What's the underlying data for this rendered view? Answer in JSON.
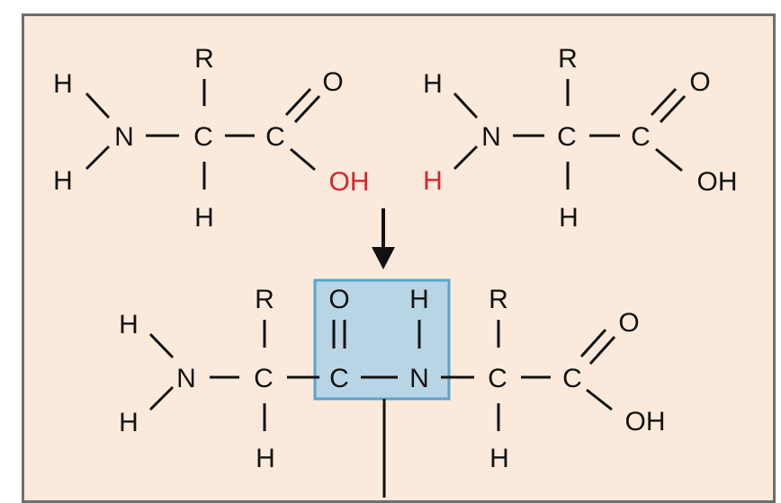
{
  "colors": {
    "background": "#fbeadb",
    "frame": "#6e6e6e",
    "ink": "#111111",
    "highlight_atoms": "#d8232a",
    "peptide_box_fill": "#b8d5e5",
    "peptide_box_stroke": "#5aa3cf"
  },
  "atoms": {
    "amino1": {
      "h_top_left": "H",
      "h_bottom_left": "H",
      "n": "N",
      "c_alpha": "C",
      "r": "R",
      "h_alpha": "H",
      "c_carboxyl": "C",
      "o_double": "O",
      "oh": "OH"
    },
    "amino2": {
      "h_top_left": "H",
      "h_bottom_left": "H",
      "n": "N",
      "c_alpha": "C",
      "r": "R",
      "h_alpha": "H",
      "c_carboxyl": "C",
      "o_double": "O",
      "oh": "OH"
    },
    "dipeptide": {
      "h_top_left": "H",
      "h_bottom_left": "H",
      "n1": "N",
      "c_alpha1": "C",
      "r1": "R",
      "h_alpha1": "H",
      "c_carbonyl": "C",
      "o_carbonyl": "O",
      "n2": "N",
      "h_amide": "H",
      "c_alpha2": "C",
      "r2": "R",
      "h_alpha2": "H",
      "c_carboxyl": "C",
      "o_double": "O",
      "oh": "OH"
    }
  }
}
